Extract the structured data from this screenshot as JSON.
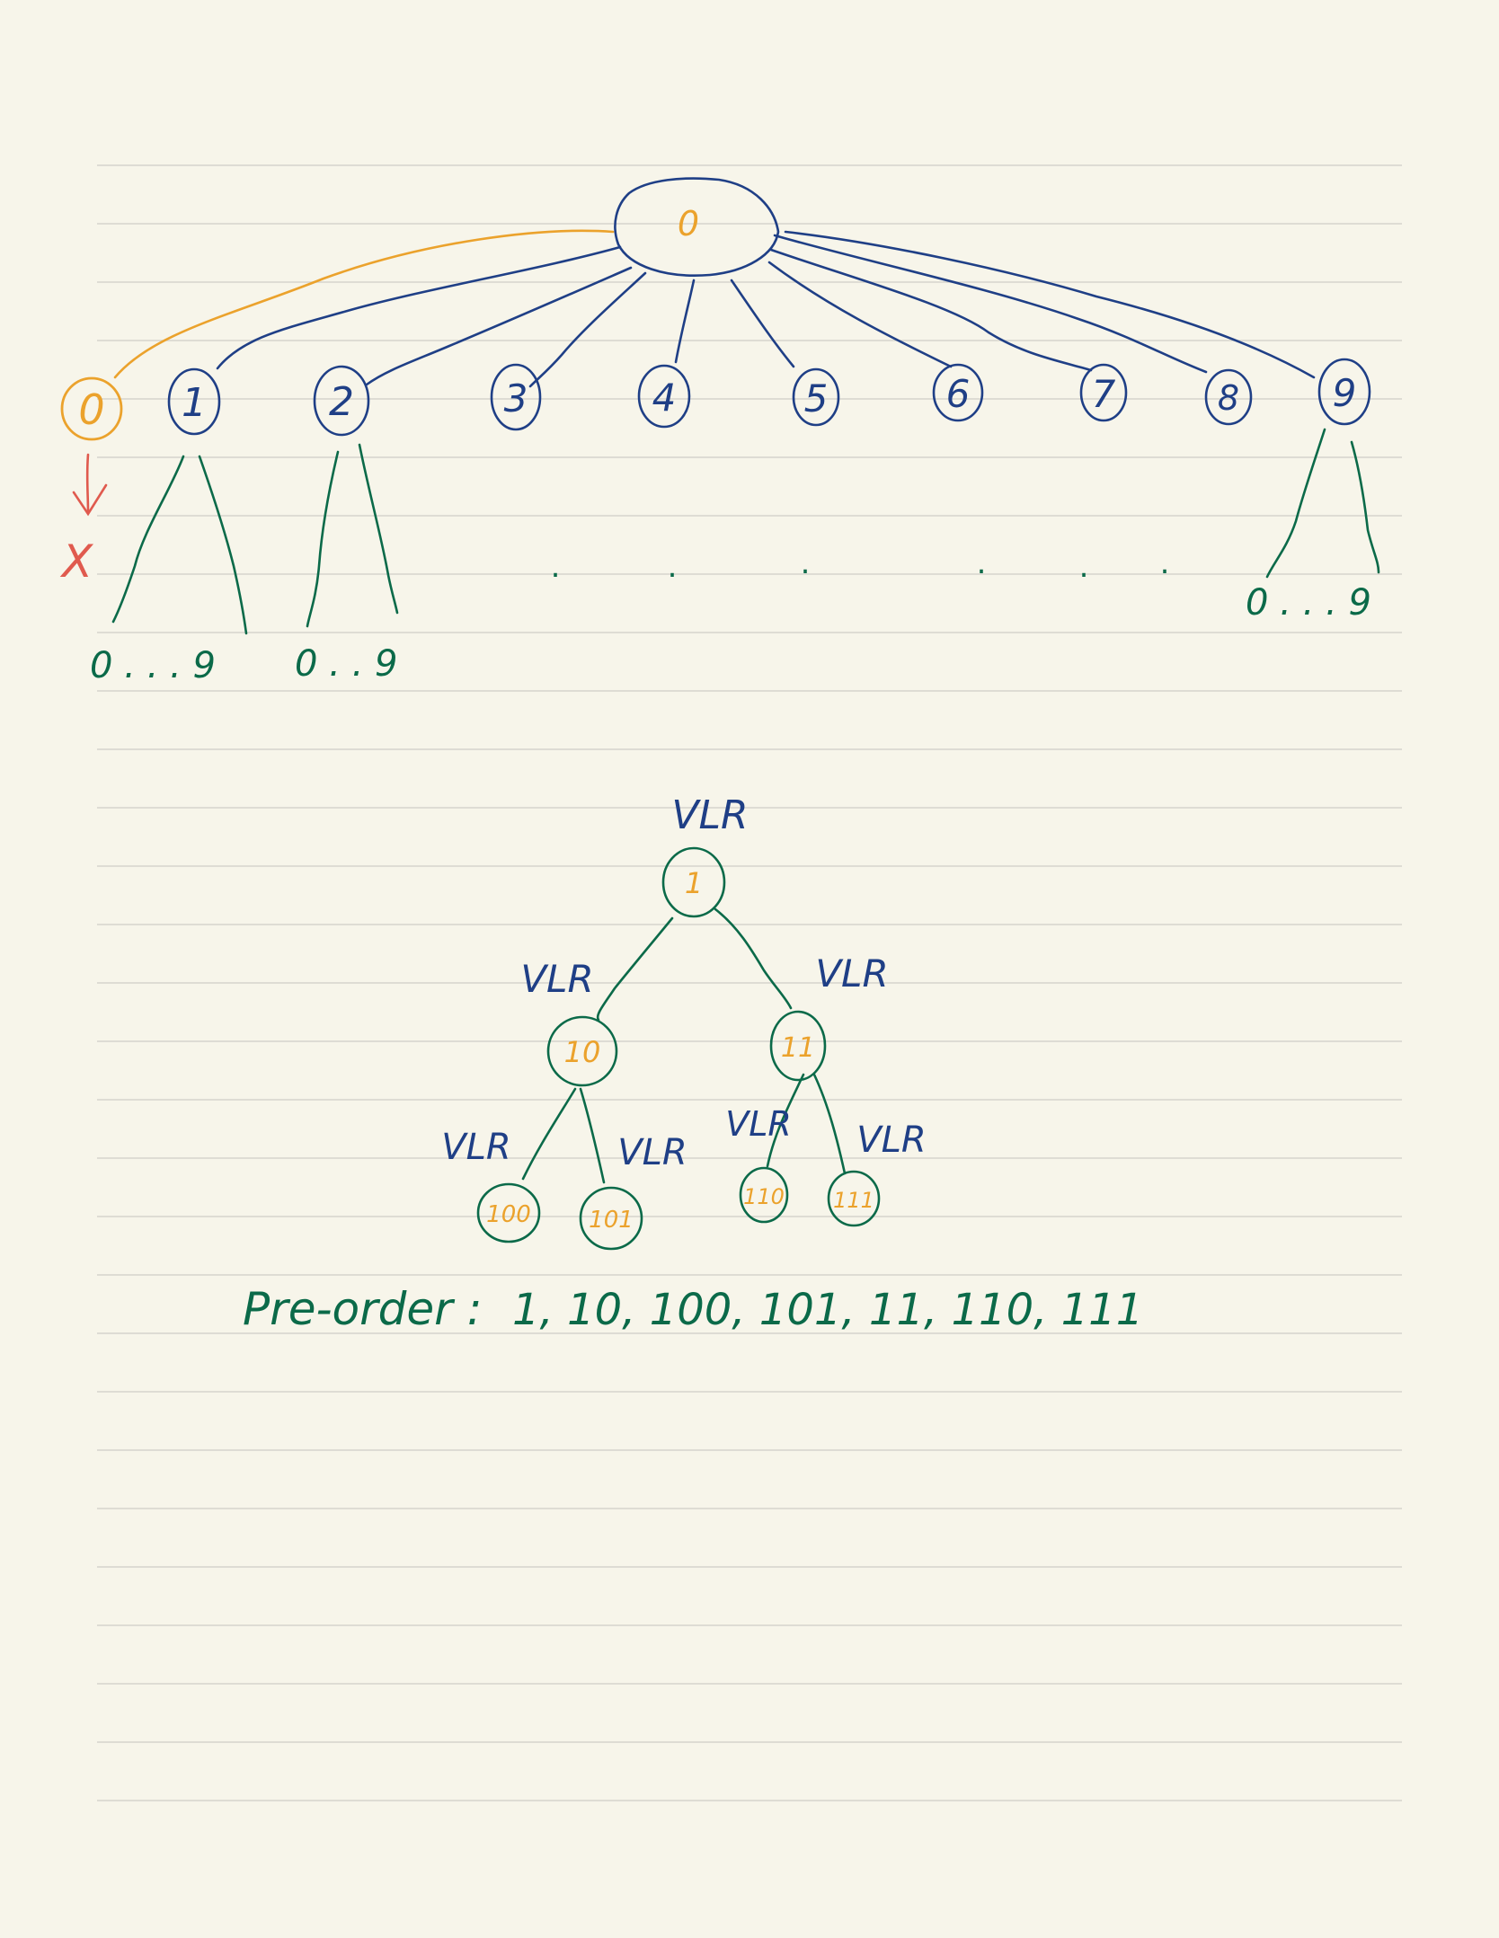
{
  "top_tree": {
    "root_label": "0",
    "children": [
      "0",
      "1",
      "2",
      "3",
      "4",
      "5",
      "6",
      "7",
      "8",
      "9"
    ],
    "pruned_marker": "X",
    "leaf_ranges": [
      {
        "under": "1",
        "text": "0 . . . 9"
      },
      {
        "under": "2",
        "text": "0 . . 9"
      },
      {
        "under": "9",
        "text": "0 . . . 9"
      }
    ],
    "ellipsis_dots": "."
  },
  "binary_tree": {
    "traversal_label": "VLR",
    "nodes": [
      "1",
      "10",
      "11",
      "100",
      "101",
      "110",
      "111"
    ]
  },
  "preorder": {
    "label": "Pre-order :",
    "sequence": "1, 10, 100, 101, 11, 110, 111"
  },
  "colors": {
    "paper": "#f7f5ea",
    "rule_lines": "#d6d4cc",
    "blue_ink": "#1f3f86",
    "green_ink": "#0b6a49",
    "orange_ink": "#eba22c",
    "red_ink": "#e05a4e"
  }
}
